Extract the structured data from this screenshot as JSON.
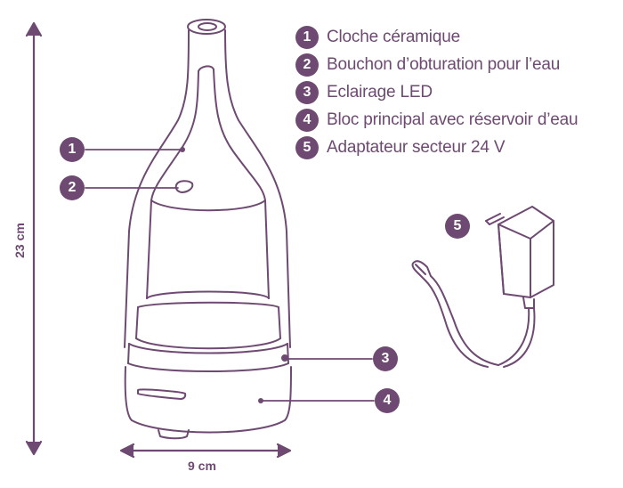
{
  "legend": {
    "items": [
      {
        "num": "1",
        "label": "Cloche céramique"
      },
      {
        "num": "2",
        "label": "Bouchon d’obturation pour l’eau"
      },
      {
        "num": "3",
        "label": "Eclairage LED"
      },
      {
        "num": "4",
        "label": "Bloc principal avec réservoir d’eau"
      },
      {
        "num": "5",
        "label": "Adaptateur secteur 24 V"
      }
    ]
  },
  "dimensions": {
    "height": "23 cm",
    "width": "9 cm"
  },
  "callouts": {
    "c1": "1",
    "c2": "2",
    "c3": "3",
    "c4": "4",
    "c5": "5"
  },
  "colors": {
    "accent": "#6e4a72",
    "line": "#6e4a72"
  }
}
